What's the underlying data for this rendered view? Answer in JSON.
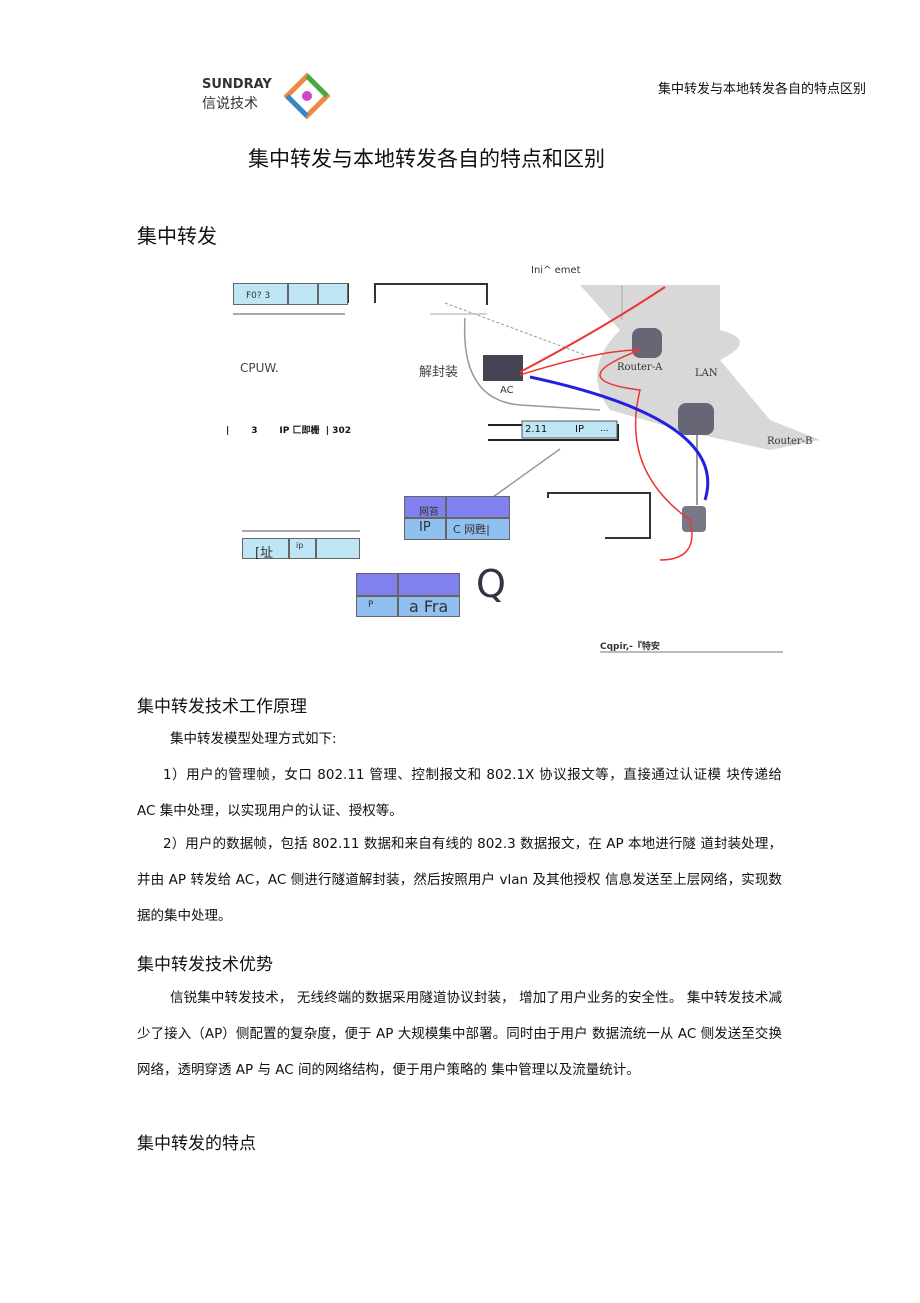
{
  "header": {
    "logo_en": "SUNDRAY",
    "logo_cn": "信说技术",
    "doc_title": "集中转发与本地转发各自的特点区别"
  },
  "title": "集中转发与本地转发各自的特点和区别",
  "section1": "集中转发",
  "diagram": {
    "internet": "Ini^ emet",
    "f0": "F0? 3",
    "cpuw": "CPUW.",
    "decap": "解封装",
    "ac": "AC",
    "router_a": "Router-A",
    "lan": "LAN",
    "router_b": "Router-B",
    "row_text": "|       3       IP 匚即栅  | 302",
    "pkt_211": "2.11",
    "pkt_ip": "IP",
    "pkt_dots": "...",
    "net": "网笞",
    "ip": "IP",
    "c_net": "C 网甦|",
    "addr": "[址",
    "ip_small": "ip",
    "p": "P",
    "afra": "a Fra",
    "q": "Q",
    "caption": "Cqpir,-『特安"
  },
  "h_principle": "集中转发技术工作原理",
  "p_intro": "集中转发模型处理方式如下:",
  "p_1": "1）用户的管理帧，女口 802.11 管理、控制报文和 802.1X 协议报文等，直接通过认证模 块传递给 AC 集中处理，以实现用户的认证、授权等。",
  "p_2": "2）用户的数据帧，包括 802.11 数据和来自有线的 802.3 数据报文，在 AP 本地进行隧 道封装处理，并由 AP 转发给 AC，AC 侧进行隧道解封装，然后按照用户 vlan 及其他授权 信息发送至上层网络，实现数据的集中处理。",
  "h_adv": "集中转发技术优势",
  "p_adv": "信锐集中转发技术， 无线终端的数据采用隧道协议封装，     增加了用户业务的安全性。  集中转发技术减少了接入（AP）侧配置的复杂度，便于 AP 大规模集中部署。同时由于用户 数据流统一从 AC 侧发送至交换网络，透明穿透 AP 与 AC 间的网络结构，便于用户策略的 集中管理以及流量统计。",
  "h_feat": "集中转发的特点"
}
